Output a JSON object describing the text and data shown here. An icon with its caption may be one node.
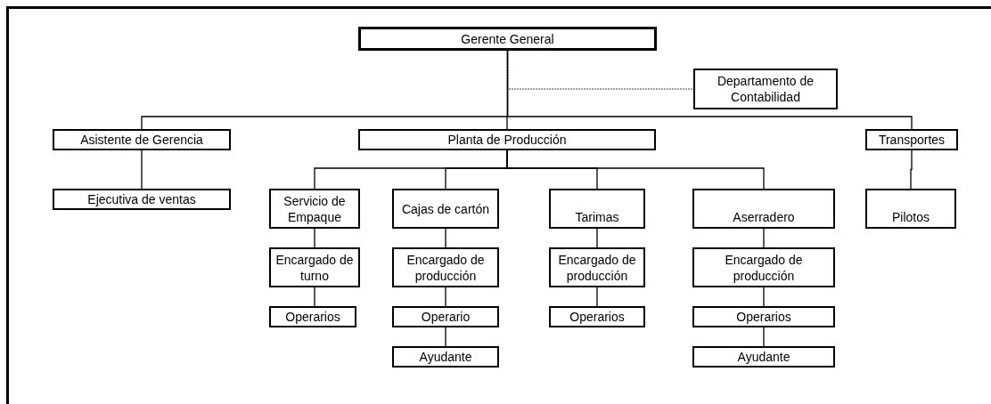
{
  "diagram": {
    "nodes": [
      {
        "text": [
          "Gerente General"
        ]
      },
      {
        "text": [
          "Departamento de Contabilidad"
        ]
      },
      {
        "text": [
          "Asistente de Gerencia"
        ]
      },
      {
        "text": [
          "Planta de Producción"
        ]
      },
      {
        "text": [
          "Transportes"
        ]
      },
      {
        "text": [
          "Ejecutiva de ventas"
        ]
      },
      {
        "text": [
          "Servicio de Empaque"
        ]
      },
      {
        "text": [
          "Cajas de cartón"
        ]
      },
      {
        "text": [
          "Tarimas"
        ]
      },
      {
        "text": [
          "Aserradero"
        ]
      },
      {
        "text": [
          "Pilotos"
        ]
      },
      {
        "text": [
          "Encargado de turno"
        ]
      },
      {
        "text": [
          "Encargado de producción"
        ]
      },
      {
        "text": [
          "Encargado de producción"
        ]
      },
      {
        "text": [
          "Encargado de producción"
        ]
      },
      {
        "text": [
          "Operarios"
        ]
      },
      {
        "text": [
          "Operario"
        ]
      },
      {
        "text": [
          "Operarios"
        ]
      },
      {
        "text": [
          "Operarios"
        ]
      },
      {
        "text": [
          "Ayudante"
        ]
      },
      {
        "text": [
          "Ayudante"
        ]
      }
    ],
    "edges": [
      {
        "from": 0,
        "to": 1,
        "arrow": "none",
        "style": "dashed"
      },
      {
        "from": 0,
        "to": 2,
        "arrow": "none"
      },
      {
        "from": 0,
        "to": 3,
        "arrow": "none"
      },
      {
        "from": 0,
        "to": 4,
        "arrow": "none"
      },
      {
        "from": 2,
        "to": 5,
        "arrow": "none"
      },
      {
        "from": 3,
        "to": 6,
        "arrow": "none"
      },
      {
        "from": 3,
        "to": 7,
        "arrow": "none"
      },
      {
        "from": 3,
        "to": 8,
        "arrow": "none"
      },
      {
        "from": 3,
        "to": 9,
        "arrow": "none"
      },
      {
        "from": 4,
        "to": 10,
        "arrow": "none"
      },
      {
        "from": 6,
        "to": 11,
        "arrow": "none"
      },
      {
        "from": 7,
        "to": 12,
        "arrow": "none"
      },
      {
        "from": 8,
        "to": 13,
        "arrow": "none"
      },
      {
        "from": 9,
        "to": 14,
        "arrow": "none"
      },
      {
        "from": 11,
        "to": 15,
        "arrow": "none"
      },
      {
        "from": 12,
        "to": 16,
        "arrow": "none"
      },
      {
        "from": 13,
        "to": 17,
        "arrow": "none"
      },
      {
        "from": 14,
        "to": 18,
        "arrow": "none"
      },
      {
        "from": 16,
        "to": 19,
        "arrow": "none"
      },
      {
        "from": 18,
        "to": 20,
        "arrow": "none"
      }
    ]
  }
}
